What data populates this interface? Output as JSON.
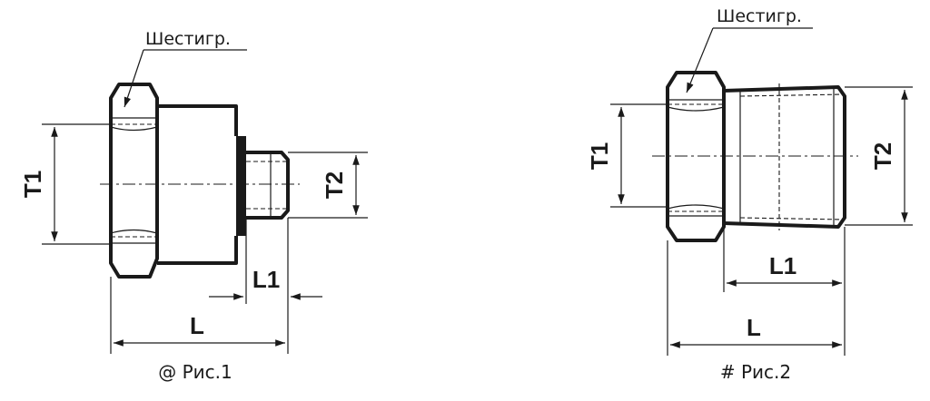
{
  "figure1": {
    "hex_label": "Шестигр.",
    "dim_t1": "T1",
    "dim_t2": "T2",
    "dim_l1": "L1",
    "dim_l": "L",
    "caption": "@ Рис.1"
  },
  "figure2": {
    "hex_label": "Шестигр.",
    "dim_t1": "T1",
    "dim_t2": "T2",
    "dim_l1": "L1",
    "dim_l": "L",
    "caption": "# Рис.2"
  },
  "colors": {
    "ink": "#1a1a1a",
    "background": "#ffffff"
  }
}
